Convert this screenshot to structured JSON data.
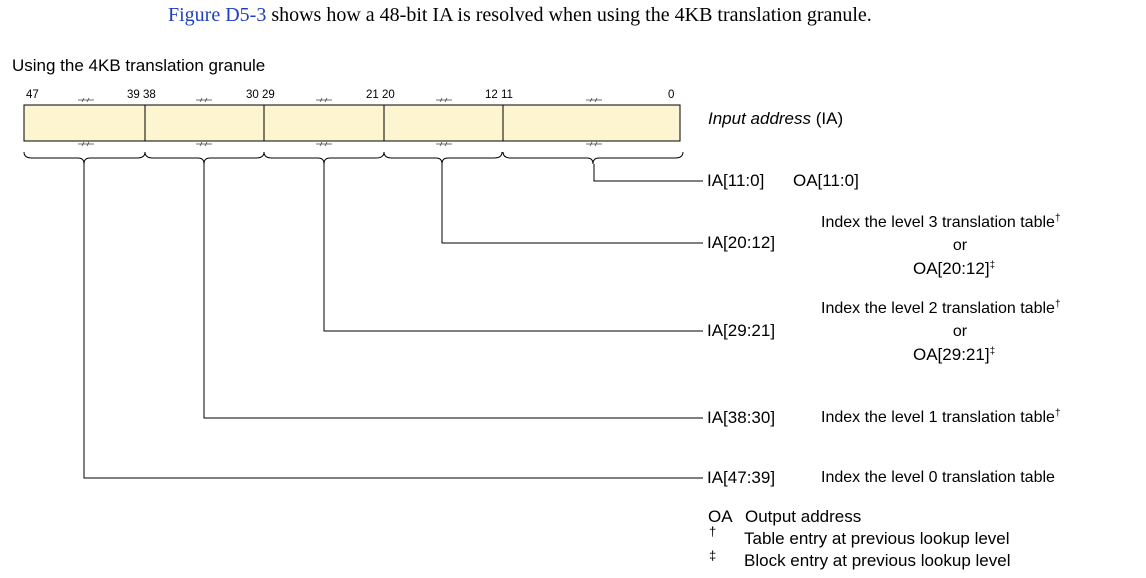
{
  "intro": {
    "figure_ref": "Figure D5-3",
    "text": " shows how a 48-bit IA is resolved when using the 4KB translation granule."
  },
  "heading": "Using the 4KB translation granule",
  "bit_labels": [
    "47",
    "39 38",
    "30 29",
    "21 20",
    "12 11",
    "0"
  ],
  "register_label": {
    "italic": "Input address",
    "rest": " (IA)"
  },
  "fields": [
    {
      "range": "IA[11:0]",
      "description": "OA[11:0]"
    },
    {
      "range": "IA[20:12]",
      "line1": "Index the level 3 translation table",
      "or": "or",
      "line2": "OA[20:12]"
    },
    {
      "range": "IA[29:21]",
      "line1": "Index the level 2 translation table",
      "or": "or",
      "line2": "OA[29:21]"
    },
    {
      "range": "IA[38:30]",
      "description": "Index the level 1 translation table"
    },
    {
      "range": "IA[47:39]",
      "description": "Index the level 0  translation table"
    }
  ],
  "marks": {
    "dagger": "†",
    "double_dagger": "‡"
  },
  "legend": [
    {
      "key": "OA",
      "text": "Output address"
    },
    {
      "key": "†",
      "text": "Table entry at previous lookup level"
    },
    {
      "key": "‡",
      "text": "Block entry at previous lookup level"
    }
  ],
  "colors": {
    "register_fill": "#fdf5cf",
    "link": "#1f3fbf"
  }
}
